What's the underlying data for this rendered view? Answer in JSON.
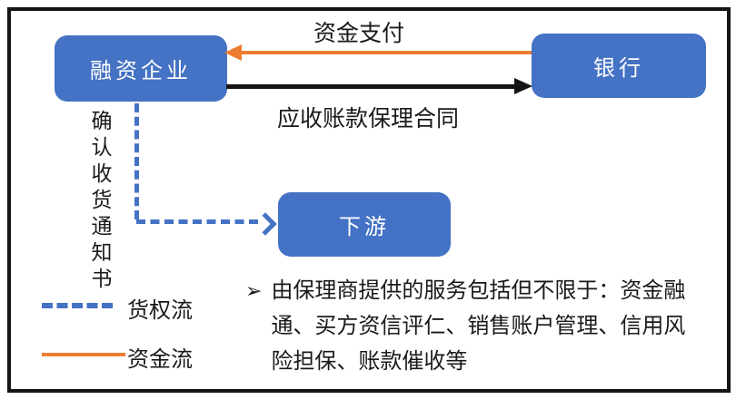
{
  "diagram": {
    "nodes": {
      "financing": {
        "label": "融资企业"
      },
      "bank": {
        "label": "银行"
      },
      "downstream": {
        "label": "下游"
      }
    },
    "flows": {
      "fund_payment": {
        "label": "资金支付",
        "from": "银行",
        "to": "融资企业",
        "color": "#ED7D31",
        "style": "solid"
      },
      "factoring_contract": {
        "label": "应收账款保理合同",
        "from": "融资企业",
        "to": "银行",
        "color": "#151515",
        "style": "solid"
      },
      "receipt_notice": {
        "label": "确认收货通知书",
        "from": "融资企业",
        "to": "下游",
        "color": "#4472C4",
        "style": "dashed"
      }
    },
    "legend": {
      "items": [
        {
          "label": "货权流",
          "swatch": "dashed-blue-line",
          "color": "#4472C4"
        },
        {
          "label": "资金流",
          "swatch": "solid-orange-line",
          "color": "#ED7D31"
        }
      ]
    },
    "note": {
      "marker": "➢",
      "text": "由保理商提供的服务包括但不限于：资金融通、买方资信评仁、销售账户管理、信用风险担保、账款催收等",
      "lines": [
        "由保理商提供的服务包括但不限于：资金融",
        "通、买方资信评仁、销售账户管理、信用风",
        "险担保、账款催收等"
      ]
    },
    "colors": {
      "node_fill": "#4472C4",
      "flow_orange": "#ED7D31",
      "flow_black": "#151515",
      "dashed_blue": "#4472C4"
    }
  }
}
